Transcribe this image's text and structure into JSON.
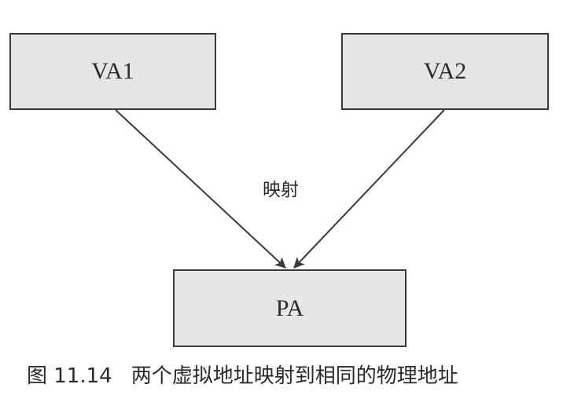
{
  "diagram": {
    "nodes": {
      "va1": "VA1",
      "va2": "VA2",
      "pa": "PA"
    },
    "edges": [
      {
        "from": "VA1",
        "to": "PA"
      },
      {
        "from": "VA2",
        "to": "PA"
      }
    ],
    "edge_label": "映射"
  },
  "caption": {
    "number": "图 11.14",
    "text": "两个虚拟地址映射到相同的物理地址"
  },
  "colors": {
    "box_fill": "#e6e6e6",
    "box_border": "#3a3a3a",
    "arrow": "#3a3a3a"
  }
}
